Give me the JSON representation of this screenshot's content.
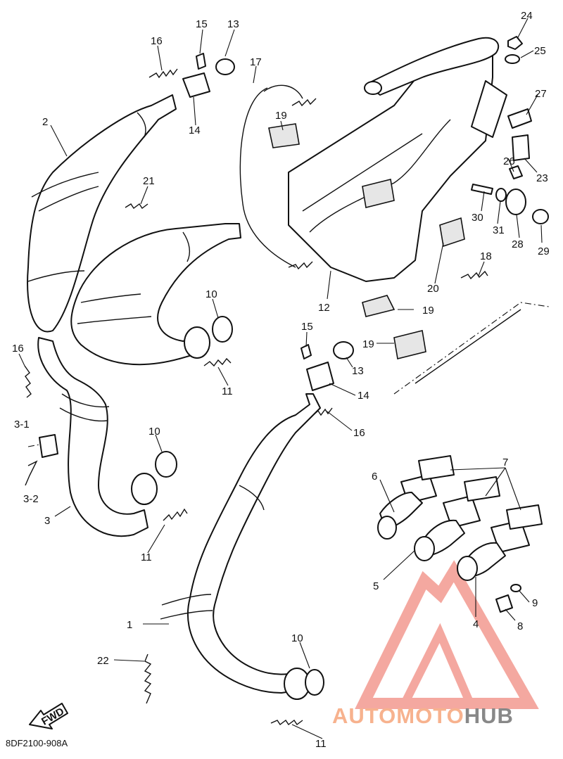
{
  "diagram_code": "8DF2100-908A",
  "fwd_label": "FWD",
  "watermark": {
    "text_part1": "AUTOMOTO",
    "text_part2": "HUB",
    "color_part1": "#f7b28e",
    "color_part2": "#888888",
    "logo_color": "#f39a90"
  },
  "callouts": [
    {
      "id": "c1",
      "label": "1"
    },
    {
      "id": "c2",
      "label": "2"
    },
    {
      "id": "c3",
      "label": "3"
    },
    {
      "id": "c3-1",
      "label": "3-1"
    },
    {
      "id": "c3-2",
      "label": "3-2"
    },
    {
      "id": "c4",
      "label": "4"
    },
    {
      "id": "c5",
      "label": "5"
    },
    {
      "id": "c6",
      "label": "6"
    },
    {
      "id": "c7",
      "label": "7"
    },
    {
      "id": "c8",
      "label": "8"
    },
    {
      "id": "c9",
      "label": "9"
    },
    {
      "id": "c10a",
      "label": "10"
    },
    {
      "id": "c10b",
      "label": "10"
    },
    {
      "id": "c10c",
      "label": "10"
    },
    {
      "id": "c11a",
      "label": "11"
    },
    {
      "id": "c11b",
      "label": "11"
    },
    {
      "id": "c11c",
      "label": "11"
    },
    {
      "id": "c12",
      "label": "12"
    },
    {
      "id": "c13a",
      "label": "13"
    },
    {
      "id": "c13b",
      "label": "13"
    },
    {
      "id": "c14a",
      "label": "14"
    },
    {
      "id": "c14b",
      "label": "14"
    },
    {
      "id": "c15a",
      "label": "15"
    },
    {
      "id": "c15b",
      "label": "15"
    },
    {
      "id": "c16a",
      "label": "16"
    },
    {
      "id": "c16b",
      "label": "16"
    },
    {
      "id": "c16c",
      "label": "16"
    },
    {
      "id": "c17",
      "label": "17"
    },
    {
      "id": "c18",
      "label": "18"
    },
    {
      "id": "c19a",
      "label": "19"
    },
    {
      "id": "c19b",
      "label": "19"
    },
    {
      "id": "c19c",
      "label": "19"
    },
    {
      "id": "c20",
      "label": "20"
    },
    {
      "id": "c21",
      "label": "21"
    },
    {
      "id": "c22",
      "label": "22"
    },
    {
      "id": "c23",
      "label": "23"
    },
    {
      "id": "c24",
      "label": "24"
    },
    {
      "id": "c25",
      "label": "25"
    },
    {
      "id": "c26",
      "label": "26"
    },
    {
      "id": "c27",
      "label": "27"
    },
    {
      "id": "c28",
      "label": "28"
    },
    {
      "id": "c29",
      "label": "29"
    },
    {
      "id": "c30",
      "label": "30"
    },
    {
      "id": "c31",
      "label": "31"
    }
  ]
}
